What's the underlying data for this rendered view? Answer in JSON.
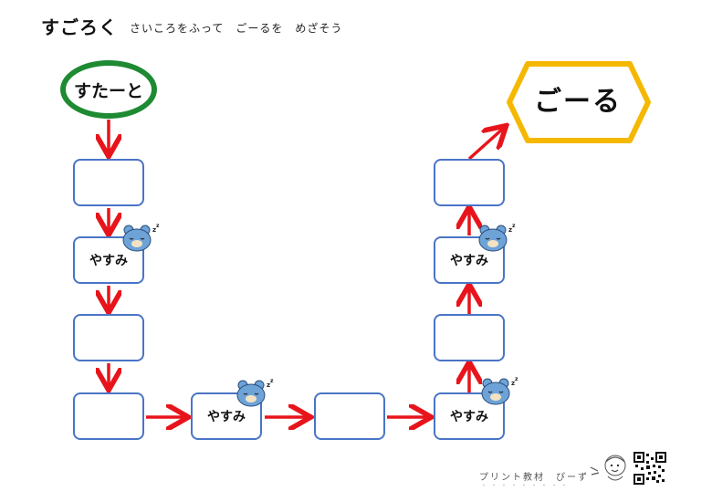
{
  "header": {
    "title": "すごろく",
    "subtitle": "さいころをふって　ごーるを　めざそう"
  },
  "board": {
    "start_label": "すたーと",
    "goal_label": "ごーる",
    "rest_label": "やすみ"
  },
  "footer": {
    "credit": "プリント教材　ぴーず",
    "credit_dots": "・・・・・・・・・"
  },
  "colors": {
    "start_border": "#1e8a32",
    "goal_border": "#f5b800",
    "cell_border": "#4a74c6",
    "arrow": "#e8141b",
    "bear": "#6ea3d8"
  }
}
